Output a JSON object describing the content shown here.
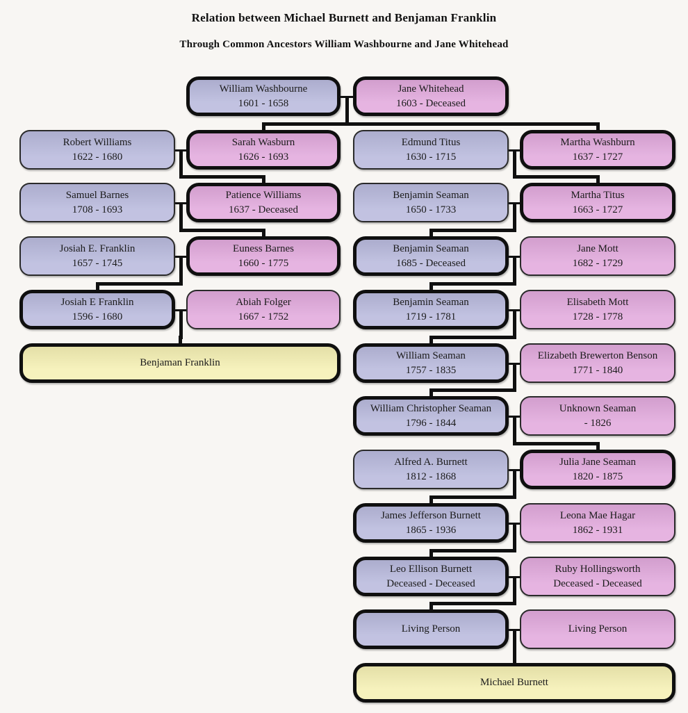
{
  "page": {
    "title": "Relation between Michael Burnett and Benjaman Franklin",
    "subtitle": "Through Common Ancestors William Washbourne and Jane Whitehead"
  },
  "colors": {
    "male_box": "#b9badd",
    "female_box": "#e2aadd",
    "result_box": "#f5f0b4",
    "line": "#101010",
    "background": "#f8f6f3"
  },
  "people": [
    {
      "name": "William Washbourne",
      "dates": "1601 - 1658",
      "sex": "male",
      "row": 0,
      "col": 1,
      "span": 1,
      "direct_line": true
    },
    {
      "name": "Jane Whitehead",
      "dates": "1603 - Deceased",
      "sex": "female",
      "row": 0,
      "col": 2,
      "span": 1,
      "direct_line": true
    },
    {
      "name": "Robert Williams",
      "dates": "1622 - 1680",
      "sex": "male",
      "row": 1,
      "col": 0,
      "span": 1,
      "direct_line": false
    },
    {
      "name": "Sarah Wasburn",
      "dates": "1626 - 1693",
      "sex": "female",
      "row": 1,
      "col": 1,
      "span": 1,
      "direct_line": true
    },
    {
      "name": "Edmund Titus",
      "dates": "1630 - 1715",
      "sex": "male",
      "row": 1,
      "col": 2,
      "span": 1,
      "direct_line": false
    },
    {
      "name": "Martha Washburn",
      "dates": "1637 - 1727",
      "sex": "female",
      "row": 1,
      "col": 3,
      "span": 1,
      "direct_line": true
    },
    {
      "name": "Samuel Barnes",
      "dates": "1708 - 1693",
      "sex": "male",
      "row": 2,
      "col": 0,
      "span": 1,
      "direct_line": false
    },
    {
      "name": "Patience Williams",
      "dates": "1637 - Deceased",
      "sex": "female",
      "row": 2,
      "col": 1,
      "span": 1,
      "direct_line": true
    },
    {
      "name": "Benjamin Seaman",
      "dates": "1650 - 1733",
      "sex": "male",
      "row": 2,
      "col": 2,
      "span": 1,
      "direct_line": false
    },
    {
      "name": "Martha Titus",
      "dates": "1663 - 1727",
      "sex": "female",
      "row": 2,
      "col": 3,
      "span": 1,
      "direct_line": true
    },
    {
      "name": "Josiah E. Franklin",
      "dates": "1657 - 1745",
      "sex": "male",
      "row": 3,
      "col": 0,
      "span": 1,
      "direct_line": false
    },
    {
      "name": "Euness Barnes",
      "dates": "1660 - 1775",
      "sex": "female",
      "row": 3,
      "col": 1,
      "span": 1,
      "direct_line": true
    },
    {
      "name": "Benjamin Seaman",
      "dates": "1685 - Deceased",
      "sex": "male",
      "row": 3,
      "col": 2,
      "span": 1,
      "direct_line": true
    },
    {
      "name": "Jane Mott",
      "dates": "1682 - 1729",
      "sex": "female",
      "row": 3,
      "col": 3,
      "span": 1,
      "direct_line": false
    },
    {
      "name": "Josiah E Franklin",
      "dates": "1596 - 1680",
      "sex": "male",
      "row": 4,
      "col": 0,
      "span": 1,
      "direct_line": true
    },
    {
      "name": "Abiah Folger",
      "dates": "1667 - 1752",
      "sex": "female",
      "row": 4,
      "col": 1,
      "span": 1,
      "direct_line": false
    },
    {
      "name": "Benjamin Seaman",
      "dates": "1719 - 1781",
      "sex": "male",
      "row": 4,
      "col": 2,
      "span": 1,
      "direct_line": true
    },
    {
      "name": "Elisabeth Mott",
      "dates": "1728 - 1778",
      "sex": "female",
      "row": 4,
      "col": 3,
      "span": 1,
      "direct_line": false
    },
    {
      "name": "Benjaman Franklin",
      "dates": null,
      "sex": "result",
      "row": 5,
      "col": 0,
      "span": 2,
      "direct_line": true
    },
    {
      "name": "William Seaman",
      "dates": "1757 - 1835",
      "sex": "male",
      "row": 5,
      "col": 2,
      "span": 1,
      "direct_line": true
    },
    {
      "name": "Elizabeth Brewerton Benson",
      "dates": "1771 - 1840",
      "sex": "female",
      "row": 5,
      "col": 3,
      "span": 1,
      "direct_line": false
    },
    {
      "name": "William Christopher Seaman",
      "dates": "1796 - 1844",
      "sex": "male",
      "row": 6,
      "col": 2,
      "span": 1,
      "direct_line": true
    },
    {
      "name": "Unknown Seaman",
      "dates": "- 1826",
      "sex": "female",
      "row": 6,
      "col": 3,
      "span": 1,
      "direct_line": false
    },
    {
      "name": "Alfred A. Burnett",
      "dates": "1812 - 1868",
      "sex": "male",
      "row": 7,
      "col": 2,
      "span": 1,
      "direct_line": false
    },
    {
      "name": "Julia Jane Seaman",
      "dates": "1820 - 1875",
      "sex": "female",
      "row": 7,
      "col": 3,
      "span": 1,
      "direct_line": true
    },
    {
      "name": "James Jefferson Burnett",
      "dates": "1865 - 1936",
      "sex": "male",
      "row": 8,
      "col": 2,
      "span": 1,
      "direct_line": true
    },
    {
      "name": "Leona Mae Hagar",
      "dates": "1862 - 1931",
      "sex": "female",
      "row": 8,
      "col": 3,
      "span": 1,
      "direct_line": false
    },
    {
      "name": "Leo Ellison Burnett",
      "dates": "Deceased - Deceased",
      "sex": "male",
      "row": 9,
      "col": 2,
      "span": 1,
      "direct_line": true
    },
    {
      "name": "Ruby Hollingsworth",
      "dates": "Deceased - Deceased",
      "sex": "female",
      "row": 9,
      "col": 3,
      "span": 1,
      "direct_line": false
    },
    {
      "name": "Living Person",
      "dates": null,
      "sex": "male",
      "row": 10,
      "col": 2,
      "span": 1,
      "direct_line": true
    },
    {
      "name": "Living Person",
      "dates": null,
      "sex": "female",
      "row": 10,
      "col": 3,
      "span": 1,
      "direct_line": false
    },
    {
      "name": "Michael Burnett",
      "dates": null,
      "sex": "result",
      "row": 11,
      "col": 2,
      "span": 2,
      "direct_line": true
    }
  ],
  "couples": [
    {
      "a": 0,
      "b": 1,
      "children": [
        3,
        5
      ]
    },
    {
      "a": 2,
      "b": 3,
      "children": [
        7
      ]
    },
    {
      "a": 6,
      "b": 7,
      "children": [
        11
      ]
    },
    {
      "a": 10,
      "b": 11,
      "children": [
        14
      ]
    },
    {
      "a": 14,
      "b": 15,
      "children": [
        18
      ]
    },
    {
      "a": 4,
      "b": 5,
      "children": [
        9
      ]
    },
    {
      "a": 8,
      "b": 9,
      "children": [
        12
      ]
    },
    {
      "a": 12,
      "b": 13,
      "children": [
        16
      ]
    },
    {
      "a": 16,
      "b": 17,
      "children": [
        19
      ]
    },
    {
      "a": 19,
      "b": 20,
      "children": [
        21
      ]
    },
    {
      "a": 21,
      "b": 22,
      "children": [
        24
      ]
    },
    {
      "a": 23,
      "b": 24,
      "children": [
        25
      ]
    },
    {
      "a": 25,
      "b": 26,
      "children": [
        27
      ]
    },
    {
      "a": 27,
      "b": 28,
      "children": [
        29
      ]
    },
    {
      "a": 29,
      "b": 30,
      "children": [
        31
      ]
    }
  ]
}
